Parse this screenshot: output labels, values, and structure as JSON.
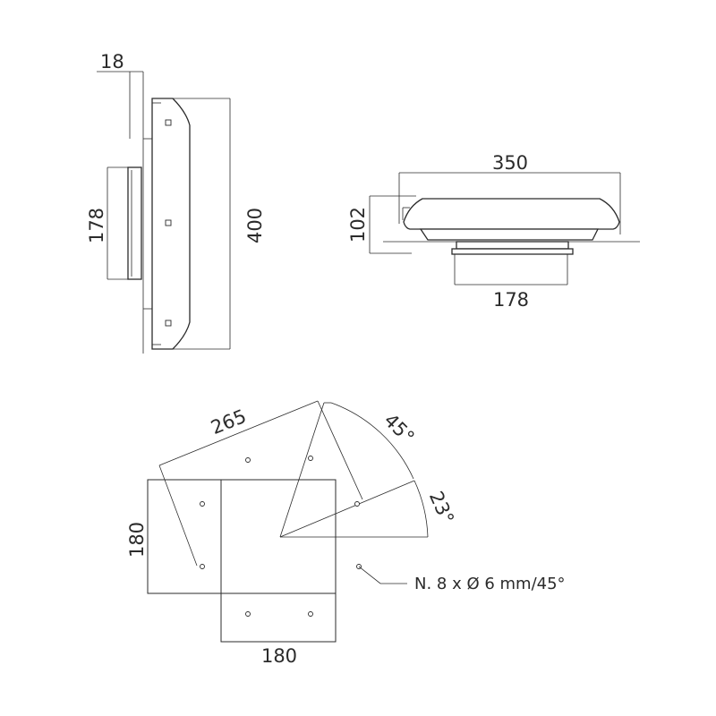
{
  "side_view": {
    "depth_label": "18",
    "mount_height_label": "178",
    "total_height_label": "400"
  },
  "top_view": {
    "width_label": "350",
    "height_label": "102",
    "mount_width_label": "178"
  },
  "base_plate": {
    "diagonal_label": "265",
    "angle_45_label": "45°",
    "angle_23_label": "23°",
    "side_label_vertical": "180",
    "side_label_horizontal": "180",
    "holes_note": "N. 8 x Ø 6 mm/45°"
  }
}
